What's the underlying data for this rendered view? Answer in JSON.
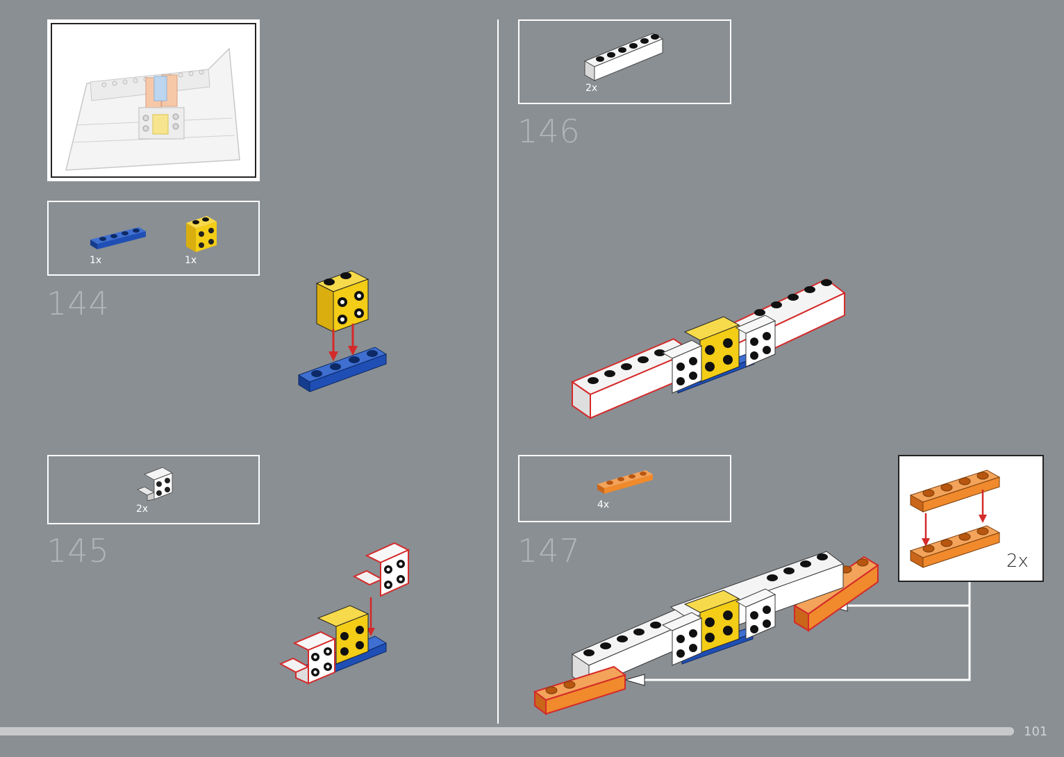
{
  "page": {
    "number": "101"
  },
  "steps": [
    {
      "number": "144",
      "parts": [
        {
          "qty": "1x",
          "color": "#1f4fb5"
        },
        {
          "qty": "1x",
          "color": "#f3cd16"
        }
      ]
    },
    {
      "number": "145",
      "parts": [
        {
          "qty": "2x",
          "color": "#ffffff"
        }
      ]
    },
    {
      "number": "146",
      "parts": [
        {
          "qty": "2x",
          "color": "#ffffff"
        }
      ]
    },
    {
      "number": "147",
      "parts": [
        {
          "qty": "4x",
          "color": "#f08a2c"
        }
      ],
      "callout_qty": "2x"
    }
  ],
  "colors": {
    "background": "#8a8f93",
    "highlight": "#d42a2a",
    "arrow": "#d42a2a"
  }
}
